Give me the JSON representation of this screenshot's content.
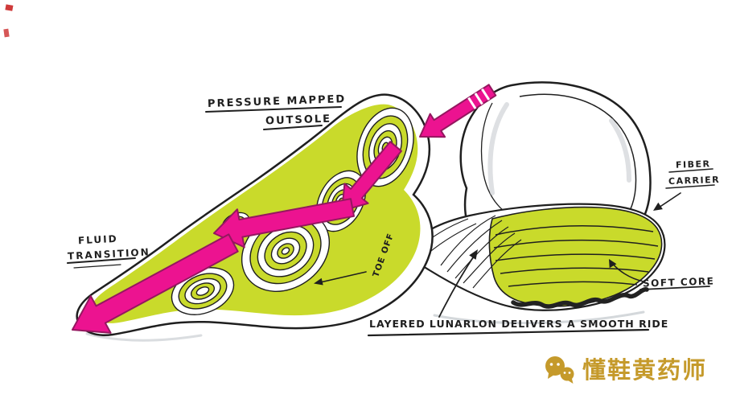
{
  "annotations": {
    "pressure_mapped": {
      "line1": "PRESSURE MAPPED",
      "line2": "OUTSOLE"
    },
    "fluid_transition": {
      "line1": "FLUID",
      "line2": "TRANSITION"
    },
    "fiber_carrier": {
      "line1": "FIBER",
      "line2": "CARRIER"
    },
    "soft_core": {
      "label": "SOFT CORE"
    },
    "layered_note": {
      "label": "LAYERED LUNARLON DELIVERS A SMOOTH RIDE"
    },
    "toe_off": {
      "label": "TOE OFF"
    }
  },
  "watermark": {
    "brand": "懂鞋黄药师",
    "logo": "chat-bubble-brand-logo-icon"
  },
  "colors": {
    "lime": "#c9da2b",
    "magenta": "#ec1390",
    "magenta_dark": "#94175f",
    "ink": "#1f1f1f",
    "gold": "#c59a2b",
    "pencil": "#c2c7cc"
  }
}
